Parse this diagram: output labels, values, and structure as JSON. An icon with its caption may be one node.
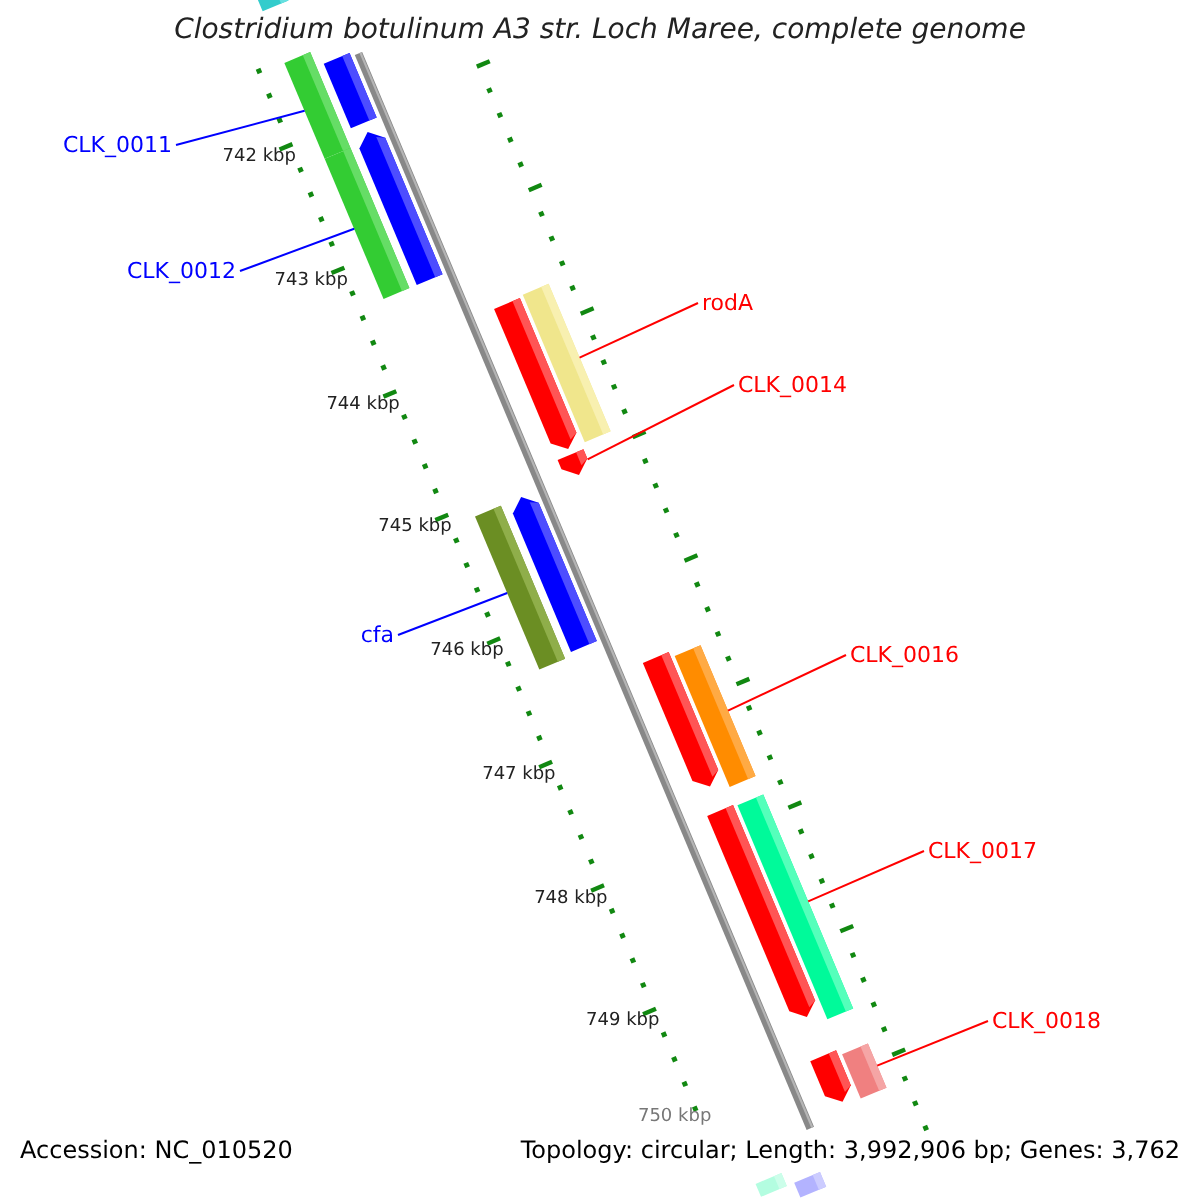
{
  "diagram": {
    "title": "Clostridium botulinum A3 str. Loch Maree, complete genome",
    "nodes": [
      {
        "text": [],
        "shape": "bar"
      },
      {
        "text": [],
        "shape": "bar"
      },
      {
        "text": [
          "CLK_0011"
        ]
      },
      {
        "text": [],
        "shape": "bar"
      },
      {
        "text": [],
        "shape": "bar"
      },
      {
        "text": [
          "CLK_0012"
        ]
      },
      {
        "text": [],
        "shape": "bar"
      },
      {
        "text": [
          "rodA"
        ]
      },
      {
        "text": [],
        "shape": "bar"
      },
      {
        "text": [],
        "shape": "bar"
      },
      {
        "text": [
          "CLK_0014"
        ]
      },
      {
        "text": [],
        "shape": "bar"
      },
      {
        "text": [],
        "shape": "bar"
      },
      {
        "text": [],
        "shape": "bar"
      },
      {
        "text": [
          "cfa"
        ]
      },
      {
        "text": [
          "CLK_0016"
        ]
      },
      {
        "text": [],
        "shape": "bar"
      },
      {
        "text": [],
        "shape": "bar"
      },
      {
        "text": [
          "CLK_0017"
        ]
      },
      {
        "text": [],
        "shape": "bar"
      },
      {
        "text": [],
        "shape": "bar"
      },
      {
        "text": [
          "CLK_0018"
        ]
      },
      {
        "text": [],
        "shape": "bar"
      },
      {
        "text": [],
        "shape": "bar"
      },
      {
        "text": [],
        "shape": "bar"
      },
      {
        "text": [],
        "shape": "bar"
      }
    ],
    "edges": [
      {
        "from": 2,
        "to": 3,
        "arrow": "none",
        "color": "#0000ff"
      },
      {
        "from": 5,
        "to": 6,
        "arrow": "none",
        "color": "#0000ff"
      },
      {
        "from": 7,
        "to": 9,
        "arrow": "none"
      },
      {
        "from": 10,
        "to": 11,
        "arrow": "none"
      },
      {
        "from": 14,
        "to": 12,
        "arrow": "none",
        "color": "#0000ff"
      },
      {
        "from": 15,
        "to": 17,
        "arrow": "none"
      },
      {
        "from": 18,
        "to": 20,
        "arrow": "none"
      },
      {
        "from": 21,
        "to": 23,
        "arrow": "none"
      }
    ],
    "labels": [
      "742 kbp",
      "743 kbp",
      "744 kbp",
      "745 kbp",
      "746 kbp",
      "747 kbp",
      "748 kbp",
      "749 kbp",
      "750 kbp",
      "Accession: NC_010520",
      "Topology: circular; Length: 3,992,906 bp; Genes: 3,762"
    ]
  }
}
